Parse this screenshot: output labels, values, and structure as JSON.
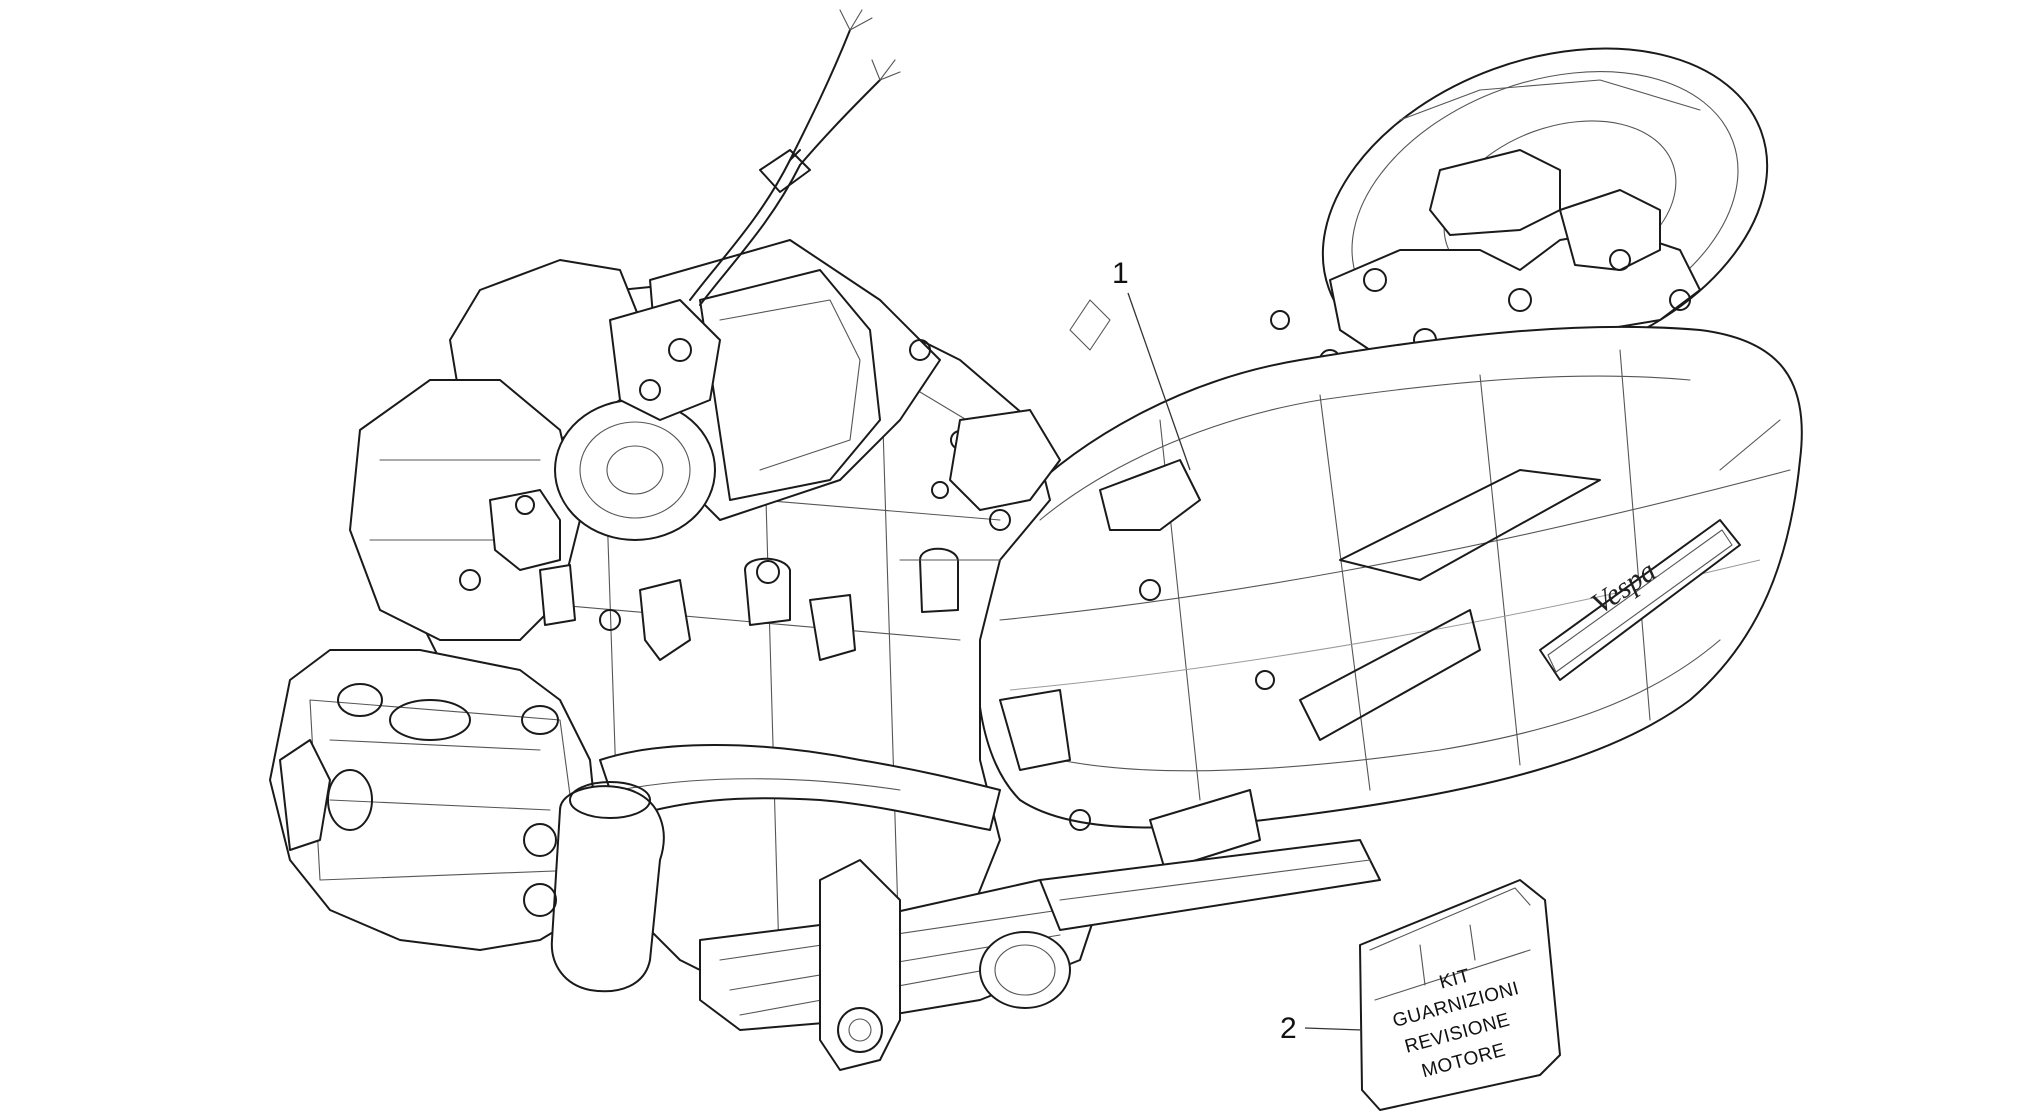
{
  "callouts": [
    {
      "id": "1",
      "label": "1"
    },
    {
      "id": "2",
      "label": "2"
    }
  ],
  "kit_bag": {
    "lines": [
      "KIT",
      "GUARNIZIONI",
      "REVISIONE",
      "MOTORE"
    ]
  },
  "badge": {
    "text": "Vespa"
  },
  "colors": {
    "line": "#1a1a1a",
    "background": "#ffffff"
  }
}
